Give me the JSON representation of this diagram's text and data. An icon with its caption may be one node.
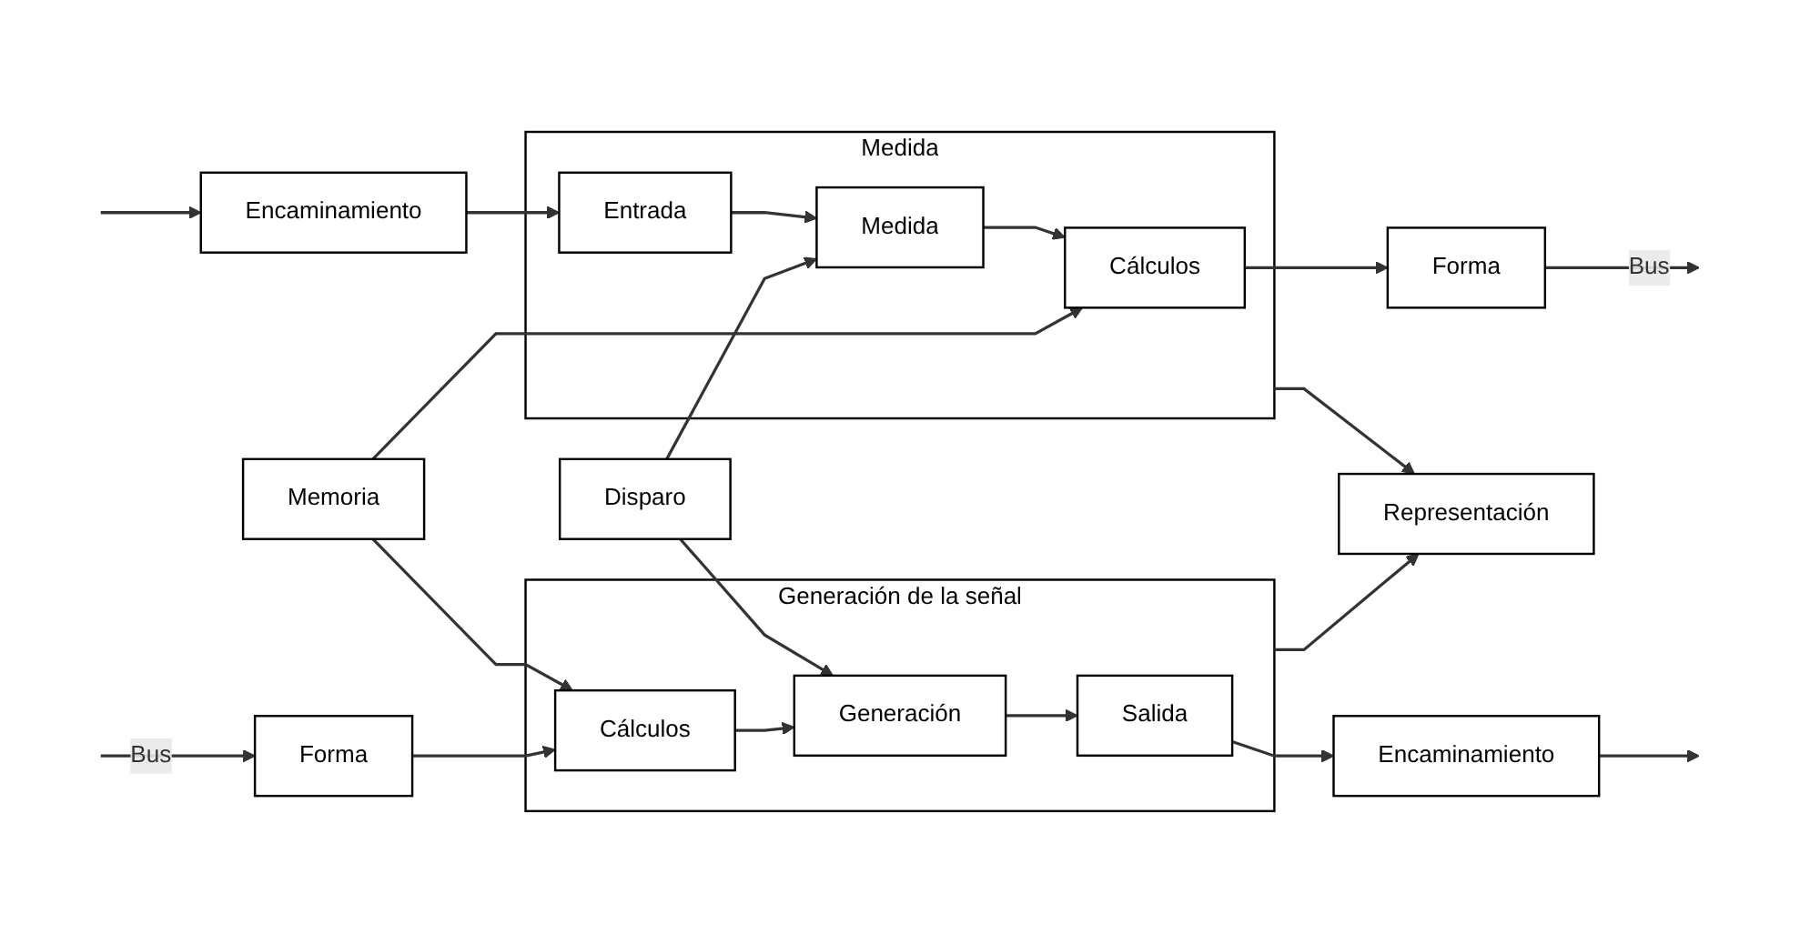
{
  "diagram": {
    "nodes": [
      {
        "text": [
          "Encaminamiento"
        ]
      },
      {
        "text": [
          "Medida"
        ]
      },
      {
        "text": [
          "Entrada"
        ],
        "in": 1
      },
      {
        "text": [
          "Medida"
        ],
        "in": 1
      },
      {
        "text": [
          "Cálculos"
        ],
        "in": 1
      },
      {
        "text": [
          "Forma"
        ]
      },
      {
        "text": [
          "Disparo"
        ]
      },
      {
        "text": [
          "Memoria"
        ]
      },
      {
        "text": [
          "Representación"
        ]
      },
      {
        "text": [
          "Encaminamiento"
        ]
      },
      {
        "text": [
          "Generación de la señal"
        ]
      },
      {
        "text": [
          "Salida"
        ],
        "in": 10
      },
      {
        "text": [
          "Generación"
        ],
        "in": 10
      },
      {
        "text": [
          "Cálculos"
        ],
        "in": 10
      },
      {
        "text": [
          "Forma"
        ]
      }
    ],
    "edges": [
      {
        "from": null,
        "to": 0,
        "arrow": "to"
      },
      {
        "from": 0,
        "to": 2,
        "arrow": "to"
      },
      {
        "from": 2,
        "to": 3,
        "arrow": "to"
      },
      {
        "from": 3,
        "to": 4,
        "arrow": "to"
      },
      {
        "from": 4,
        "to": 5,
        "arrow": "to"
      },
      {
        "from": 5,
        "to": null,
        "arrow": "to",
        "label": "Bus"
      },
      {
        "from": 6,
        "to": 3,
        "arrow": "to"
      },
      {
        "from": 6,
        "to": 12,
        "arrow": "to"
      },
      {
        "from": 7,
        "to": 4,
        "arrow": "to"
      },
      {
        "from": 7,
        "to": 13,
        "arrow": "to"
      },
      {
        "from": 1,
        "to": 8,
        "arrow": "to"
      },
      {
        "from": 10,
        "to": 8,
        "arrow": "to"
      },
      {
        "from": null,
        "to": 14,
        "arrow": "to",
        "label": "Bus"
      },
      {
        "from": 14,
        "to": 13,
        "arrow": "to"
      },
      {
        "from": 13,
        "to": 12,
        "arrow": "to"
      },
      {
        "from": 12,
        "to": 11,
        "arrow": "to"
      },
      {
        "from": 11,
        "to": 9,
        "arrow": "to"
      },
      {
        "from": 9,
        "to": null,
        "arrow": "to"
      }
    ]
  }
}
